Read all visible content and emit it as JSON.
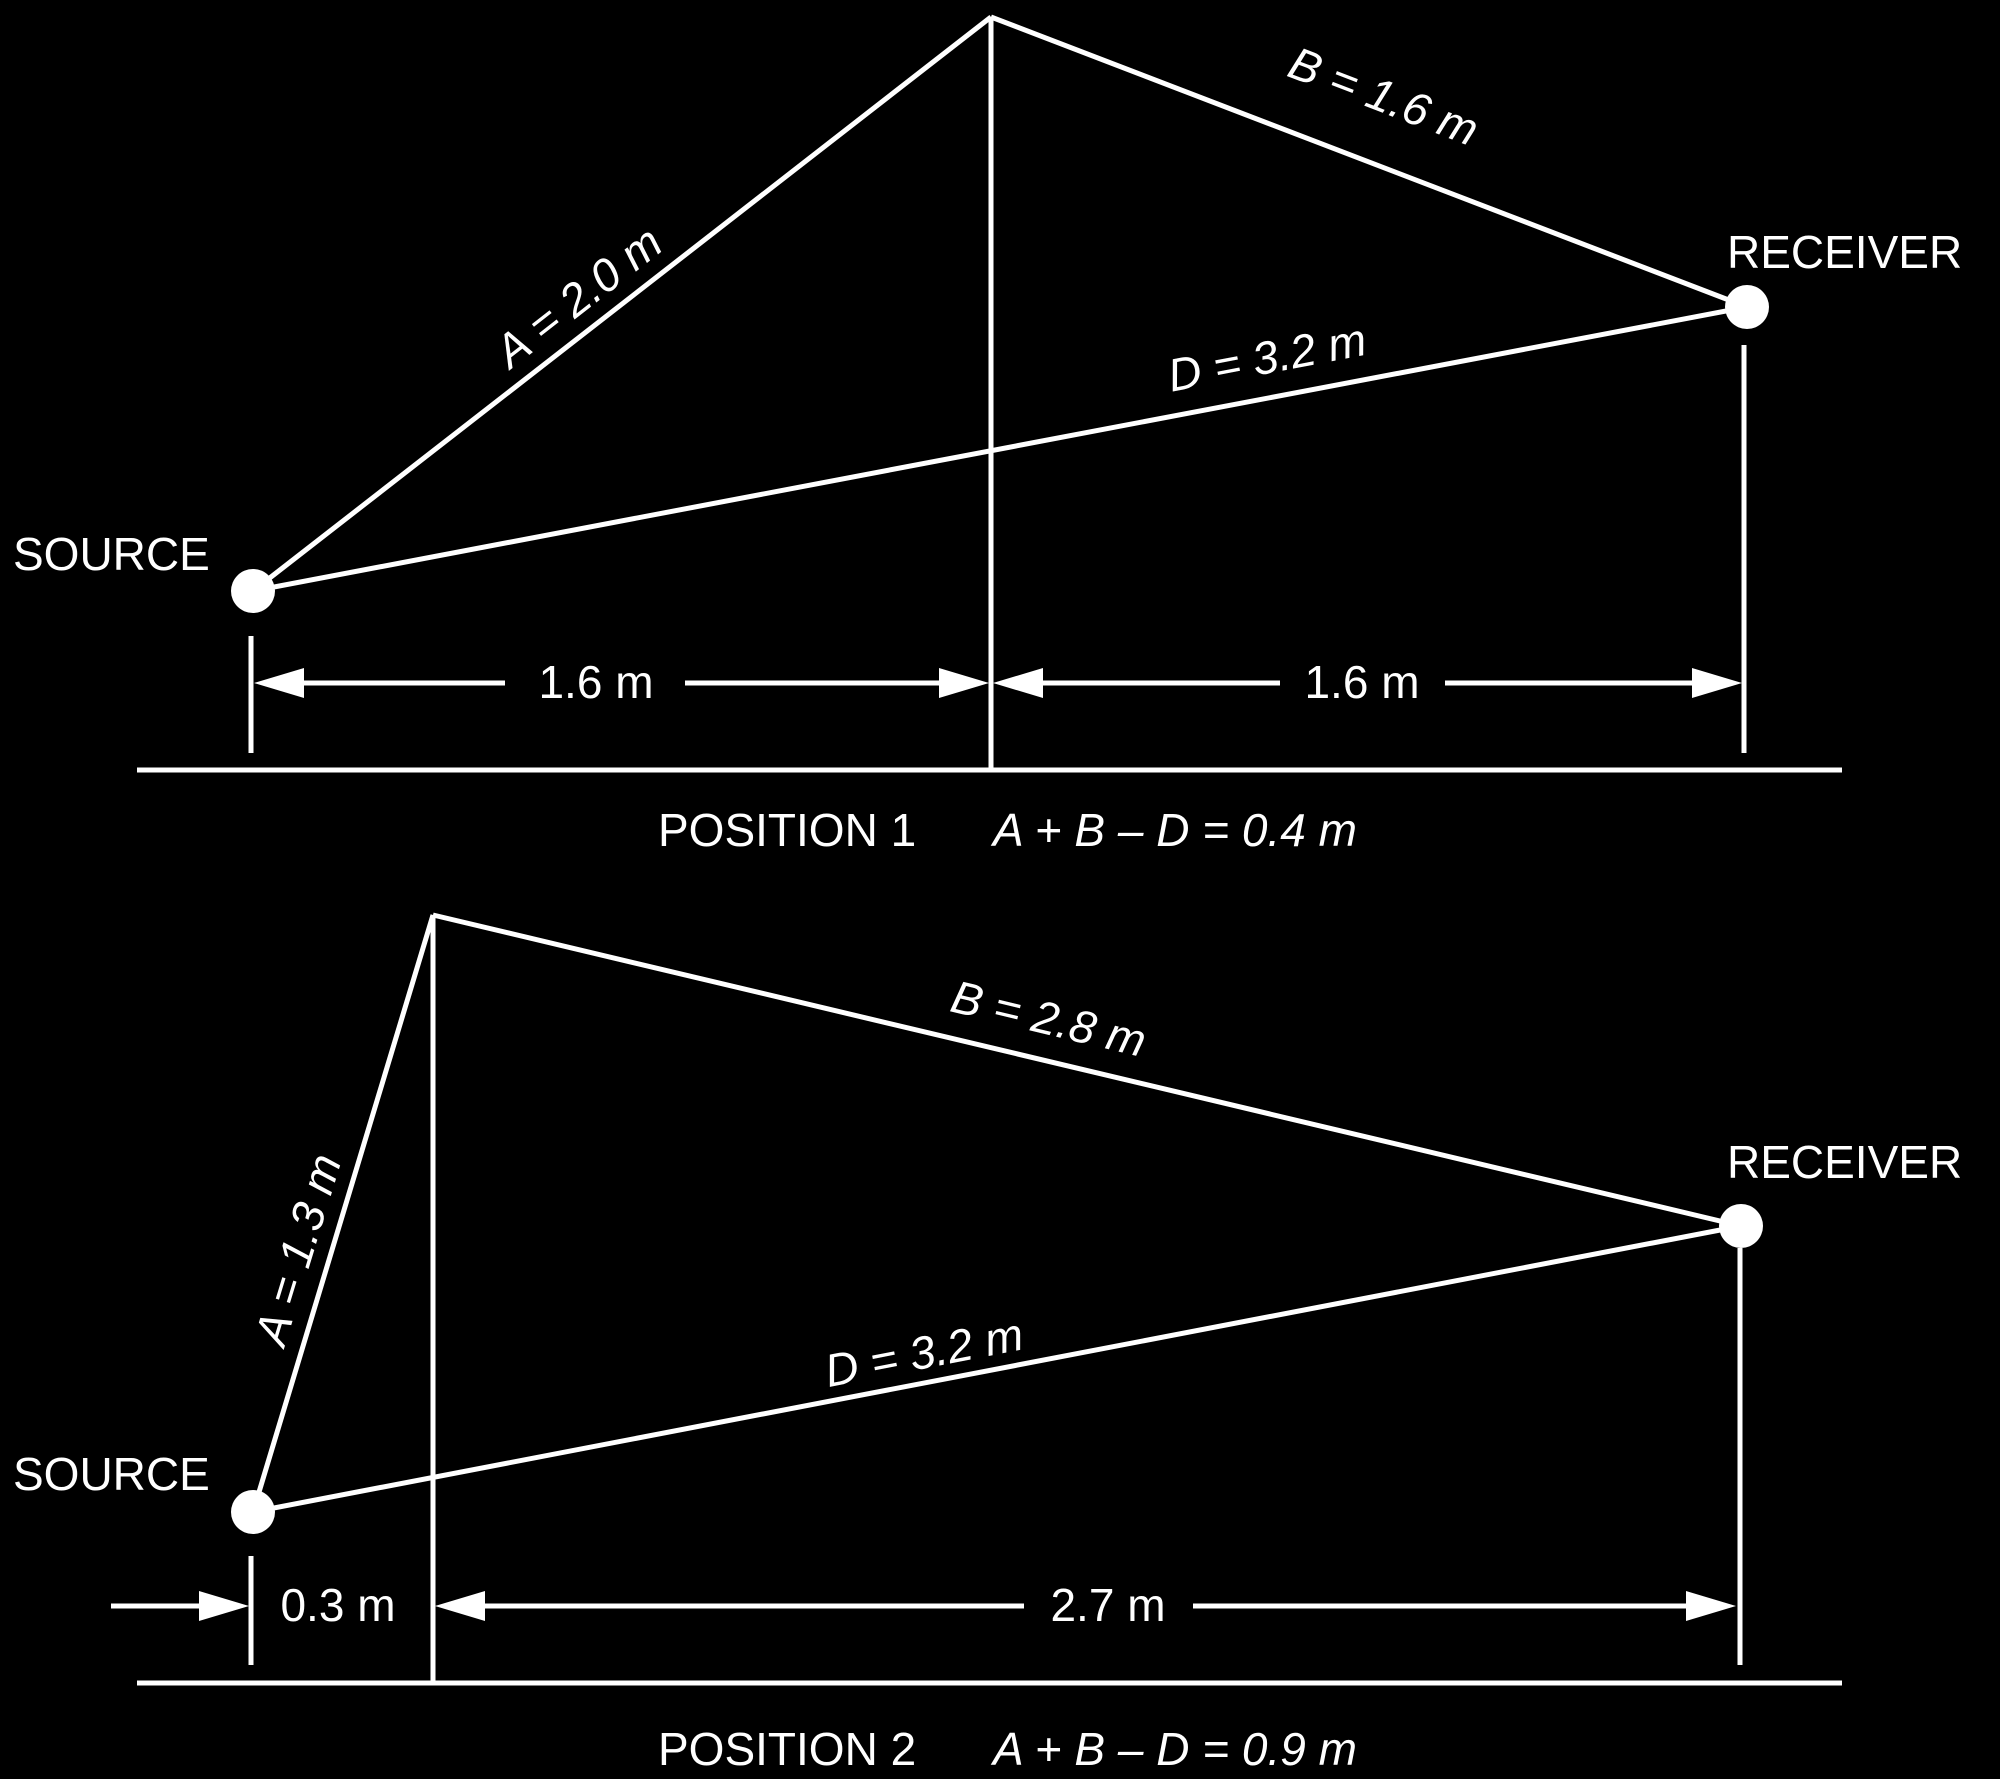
{
  "diagrams": [
    {
      "source_label": "SOURCE",
      "receiver_label": "RECEIVER",
      "a_label": "A = 2.0 m",
      "b_label": "B = 1.6 m",
      "d_label": "D = 3.2 m",
      "dim_left": "1.6 m",
      "dim_right": "1.6 m",
      "caption_position": "POSITION 1",
      "caption_formula": "A + B – D = 0.4 m"
    },
    {
      "source_label": "SOURCE",
      "receiver_label": "RECEIVER",
      "a_label": "A = 1.3 m",
      "b_label": "B = 2.8 m",
      "d_label": "D = 3.2 m",
      "dim_left": "0.3 m",
      "dim_right": "2.7 m",
      "caption_position": "POSITION 2",
      "caption_formula": "A + B – D = 0.9 m"
    }
  ]
}
